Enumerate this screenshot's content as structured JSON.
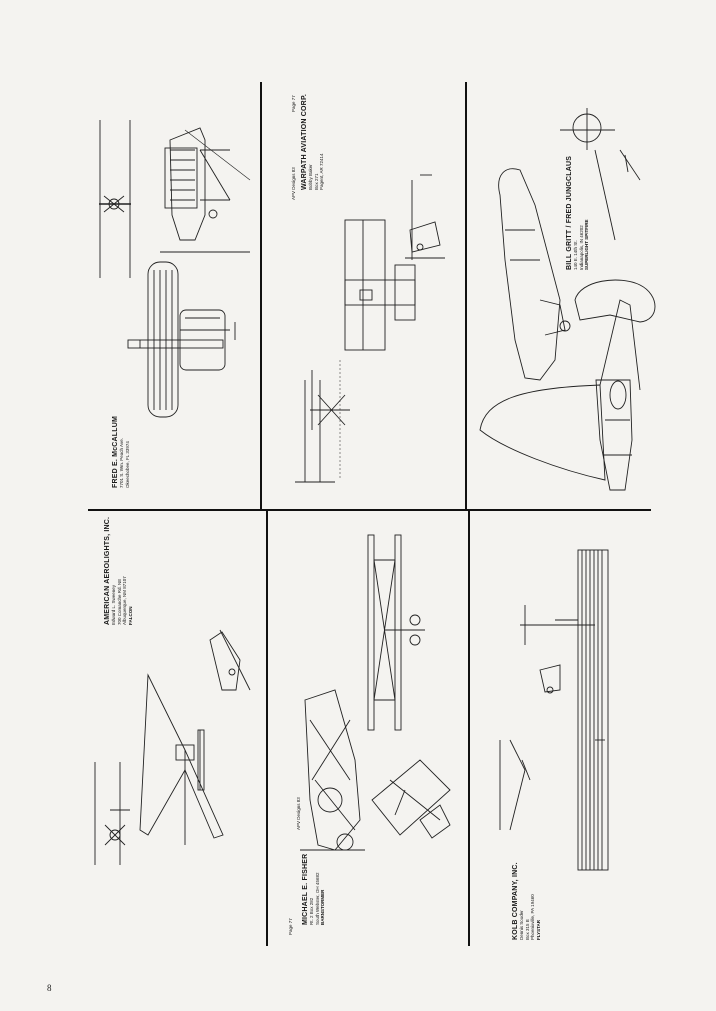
{
  "page_number": "8",
  "panels": {
    "mccallum": {
      "company": "FRED E. McCALLUM",
      "lines": [
        "7701 S. Wm. Peach Ave.",
        "Okeechobee, FL 33974"
      ]
    },
    "warpath": {
      "page_ref": "Page 77",
      "designs": "APV Designs 83",
      "company": "WARPATH AVIATION CORP.",
      "lines": [
        "Bobby Baker",
        "Box 271",
        "Pagent, AR 72414"
      ]
    },
    "gritt": {
      "company": "BILL GRITT / FRED JUNGCLAUS",
      "lines": [
        "140 E. 14th St.",
        "Indianapolis, IN 46202"
      ],
      "model": "SUPERLIGHT SPITFIRE"
    },
    "american": {
      "company": "AMERICAN AEROLIGHTS, INC.",
      "lines": [
        "Edward L. Sweeney",
        "700 Comanche Rd. NE",
        "Albuquerque, NM 87107"
      ],
      "model": "FALCON"
    },
    "fisher": {
      "page_ref": "Page 77",
      "designs": "APV Designs 83",
      "company": "MICHAEL E. FISHER",
      "lines": [
        "Rt. 2 Box 282",
        "South Webster, OH 45682"
      ],
      "model": "BARNSTORMER"
    },
    "kolb": {
      "company": "KOLB COMPANY, INC.",
      "lines": [
        "Dennis Souder",
        "Box 315 B",
        "Phoenixville, PA 19460"
      ],
      "model": "FLYSTAR"
    }
  }
}
